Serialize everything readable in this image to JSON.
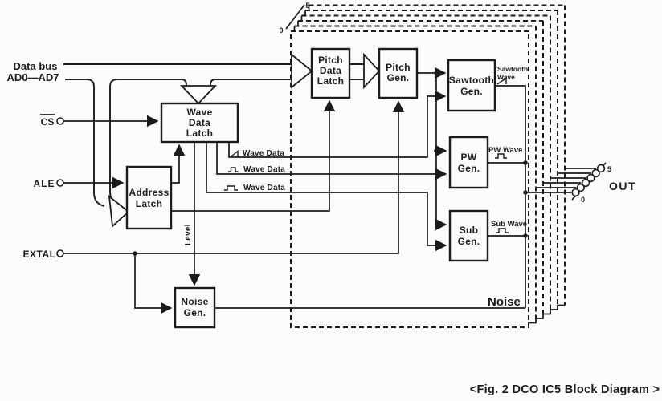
{
  "colors": {
    "ink": "#1b1b1b",
    "paper": "#fcfcfb"
  },
  "bus": {
    "label_line1": "Data bus",
    "label_line2": "AD0—AD7"
  },
  "terminals": {
    "cs": "CS",
    "ale": "ALE",
    "extal": "EXTAL"
  },
  "blocks": {
    "wave_data_latch": {
      "l1": "Wave",
      "l2": "Data",
      "l3": "Latch"
    },
    "address_latch": {
      "l1": "Address",
      "l2": "Latch"
    },
    "pitch_data_latch": {
      "l1": "Pitch",
      "l2": "Data",
      "l3": "Latch"
    },
    "pitch_gen": {
      "l1": "Pitch",
      "l2": "Gen."
    },
    "sawtooth_gen": {
      "l1": "Sawtooth",
      "l2": "Gen."
    },
    "pw_gen": {
      "l1": "PW",
      "l2": "Gen."
    },
    "sub_gen": {
      "l1": "Sub",
      "l2": "Gen."
    },
    "noise_gen": {
      "l1": "Noise",
      "l2": "Gen."
    }
  },
  "signals": {
    "wave_data_1": "Wave Data",
    "wave_data_2": "Wave Data",
    "wave_data_3": "Wave Data",
    "level": "Level",
    "sawtooth_wave_l1": "Sawtooth",
    "sawtooth_wave_l2": "Wave",
    "pw_wave": "PW Wave",
    "sub_wave": "Sub Wave",
    "noise": "Noise"
  },
  "stack": {
    "top_label": "5",
    "bottom_label": "0"
  },
  "out": {
    "label": "OUT",
    "top_label": "5",
    "bottom_label": "0"
  },
  "caption": "<Fig. 2  DCO IC5 Block Diagram >"
}
